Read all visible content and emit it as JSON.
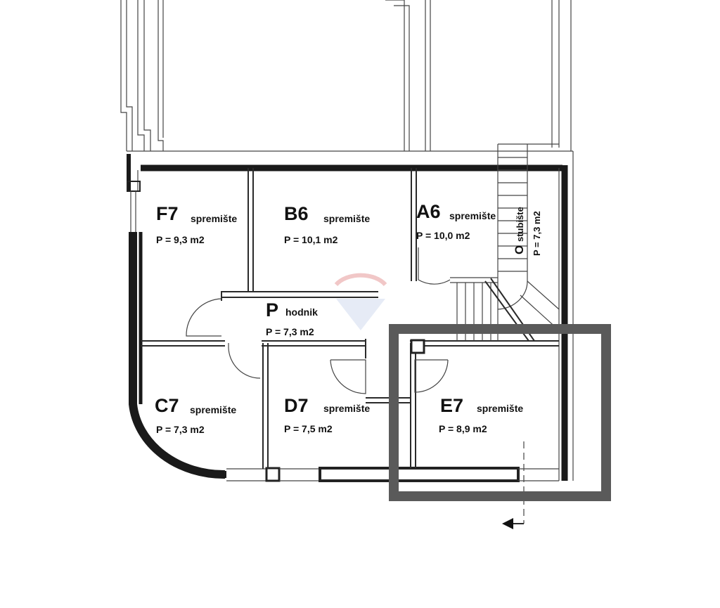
{
  "rooms": {
    "f7": {
      "code": "F7",
      "label": "spremište",
      "area": "P = 9,3 m2"
    },
    "b6": {
      "code": "B6",
      "label": "spremište",
      "area": "P = 10,1 m2"
    },
    "a6": {
      "code": "A6",
      "label": "spremište",
      "area": "P = 10,0 m2"
    },
    "hodnik": {
      "code": "P",
      "label": "hodnik",
      "area": "P = 7,3 m2"
    },
    "c7": {
      "code": "C7",
      "label": "spremište",
      "area": "P = 7,3 m2"
    },
    "d7": {
      "code": "D7",
      "label": "spremište",
      "area": "P = 7,5 m2"
    },
    "e7": {
      "code": "E7",
      "label": "spremište",
      "area": "P = 8,9 m2"
    },
    "stair": {
      "code": "O",
      "label": "stubište",
      "area": "P = 7,3 m2"
    }
  },
  "highlight": {
    "room": "E7",
    "color": "#5a5a5a"
  },
  "colors": {
    "walls": "#1a1a1a",
    "watermark": "#e8a0a0"
  }
}
